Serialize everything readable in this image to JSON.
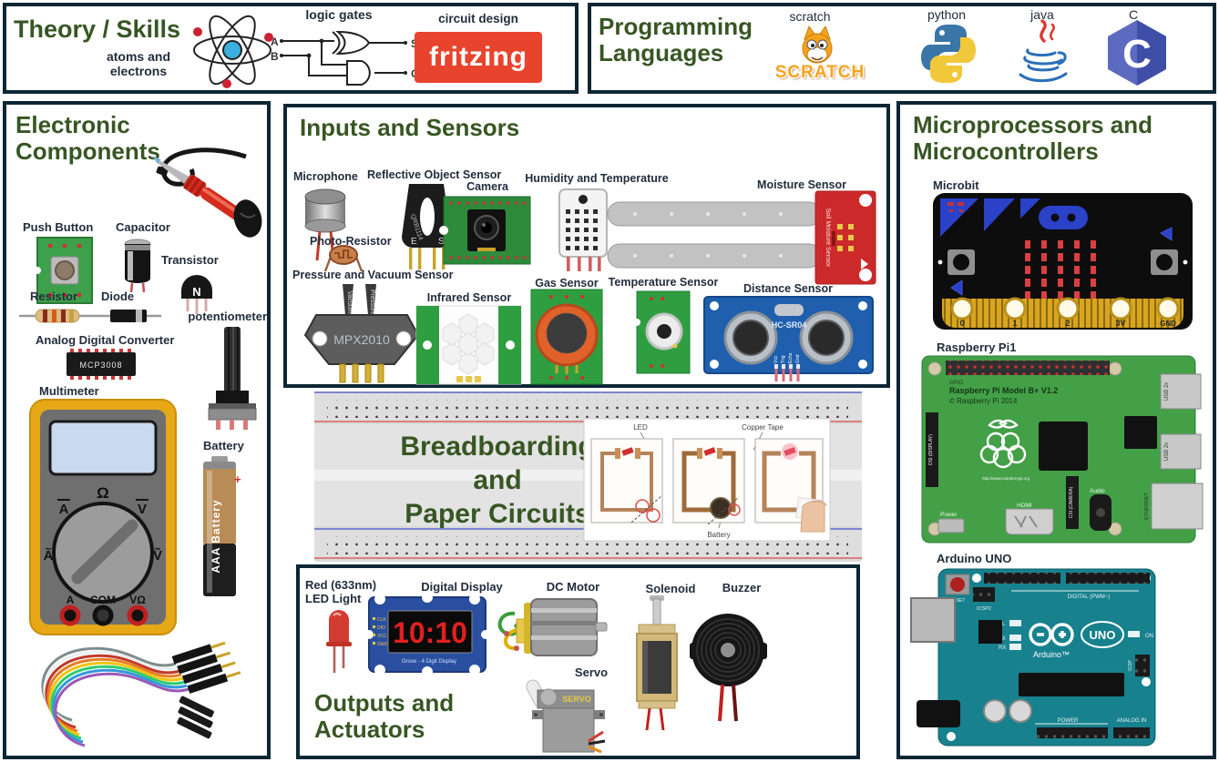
{
  "colors": {
    "heading_green": "#375623",
    "panel_border": "#0c2634",
    "label_dark": "#222d3d",
    "fritzing_red": "#e8432c",
    "scratch_orange": "#f5a31a",
    "arduino_teal": "#17818e",
    "rpi_green": "#43a047",
    "microbit_black": "#0d0d0d",
    "sensor_blue": "#1f5fae"
  },
  "theory": {
    "title": "Theory / Skills",
    "atoms": "atoms and electrons",
    "logic": "logic gates",
    "logic_pins": {
      "a": "A",
      "b": "B",
      "s": "S",
      "c": "C"
    },
    "circuit": "circuit design",
    "fritzing": "fritzing"
  },
  "prog": {
    "title": "Programming Languages",
    "scratch": "scratch",
    "scratch_logo": "SCRATCH",
    "python": "python",
    "java": "java",
    "c": "C",
    "c_letter": "C"
  },
  "comp": {
    "title": "Electronic Components",
    "push_button": "Push Button",
    "capacitor": "Capacitor",
    "transistor": "Transistor",
    "transistor_mark": "N",
    "resistor": "Resistor",
    "diode": "Diode",
    "potentiometer": "potentiometer",
    "adc": "Analog Digital Converter",
    "adc_chip": "MCP3008",
    "multimeter": "Multimeter",
    "dial": {
      "ohm": "Ω",
      "amp": "A",
      "volt": "V",
      "amp_ac": "Ã",
      "volt_ac": "Ṽ"
    },
    "jacks": {
      "a": "A",
      "com": "COM",
      "vohm": "VΩ"
    },
    "battery": "Battery",
    "battery_text": "AAA Battery",
    "battery_plus": "+"
  },
  "inputs": {
    "title": "Inputs and Sensors",
    "microphone": "Microphone",
    "photo_resistor": "Photo-Resistor",
    "reflective": "Reflective Object Sensor",
    "reflective_chip": "QRB1114",
    "reflective_e": "E",
    "reflective_s": "S",
    "camera": "Camera",
    "humidity": "Humidity and Temperature",
    "moisture": "Moisture Sensor",
    "moisture_board": "Soil Moisture Sensor",
    "pressure": "Pressure and Vacuum Sensor",
    "pressure_chip": "MPX2010",
    "pressure_port1": "Vacuum",
    "pressure_port2": "Pressure",
    "infrared": "Infrared Sensor",
    "gas": "Gas Sensor",
    "temperature": "Temperature Sensor",
    "distance": "Distance Sensor",
    "distance_chip": "HC-SR04",
    "distance_pins": [
      "Vcc",
      "Trig",
      "Echo",
      "Gnd"
    ]
  },
  "bread": {
    "line1": "Breadboarding",
    "line2": "and",
    "line3": "Paper Circuits",
    "led": "LED",
    "copper": "Copper Tape",
    "battery": "Battery"
  },
  "outputs": {
    "title": "Outputs and Actuators",
    "led": "Red (633nm) LED Light",
    "display": "Digital Display",
    "display_digits": "10:10",
    "display_pins": [
      "CLK",
      "DIO",
      "VCC",
      "GND"
    ],
    "display_caption": "Grove - 4 Digit Display",
    "dc_motor": "DC Motor",
    "servo": "Servo",
    "servo_mark": "SERVO",
    "solenoid": "Solenoid",
    "buzzer": "Buzzer"
  },
  "micro": {
    "title": "Microprocessors and Microcontrollers",
    "microbit": "Microbit",
    "microbit_pins": [
      "0",
      "1",
      "2",
      "3V",
      "GND"
    ],
    "rpi": "Raspberry Pi1",
    "rpi_gpio": "GPIO",
    "rpi_model": "Raspberry Pi Model B+ V1.2",
    "rpi_copyright": "© Raspberry Pi 2014",
    "rpi_url": "http://www.raspberrypi.org",
    "rpi_usb": "USB 2x",
    "rpi_eth": "ETHERNET",
    "rpi_hdmi": "HDMI",
    "rpi_audio": "Audio",
    "rpi_power": "Power",
    "rpi_csi": "CSI (CAMERA)",
    "rpi_dsi": "DSI (DISPLAY)",
    "arduino": "Arduino UNO",
    "ard_reset": "RESET",
    "ard_icsp2": "ICSP2",
    "ard_uno": "UNO",
    "ard_brand": "Arduino™",
    "ard_l": "L",
    "ard_tx": "TX",
    "ard_rx": "RX",
    "ard_on": "ON",
    "ard_icsp": "ICSP",
    "ard_digital": "DIGITAL (PWM~)",
    "ard_power": "POWER",
    "ard_analog": "ANALOG IN"
  }
}
